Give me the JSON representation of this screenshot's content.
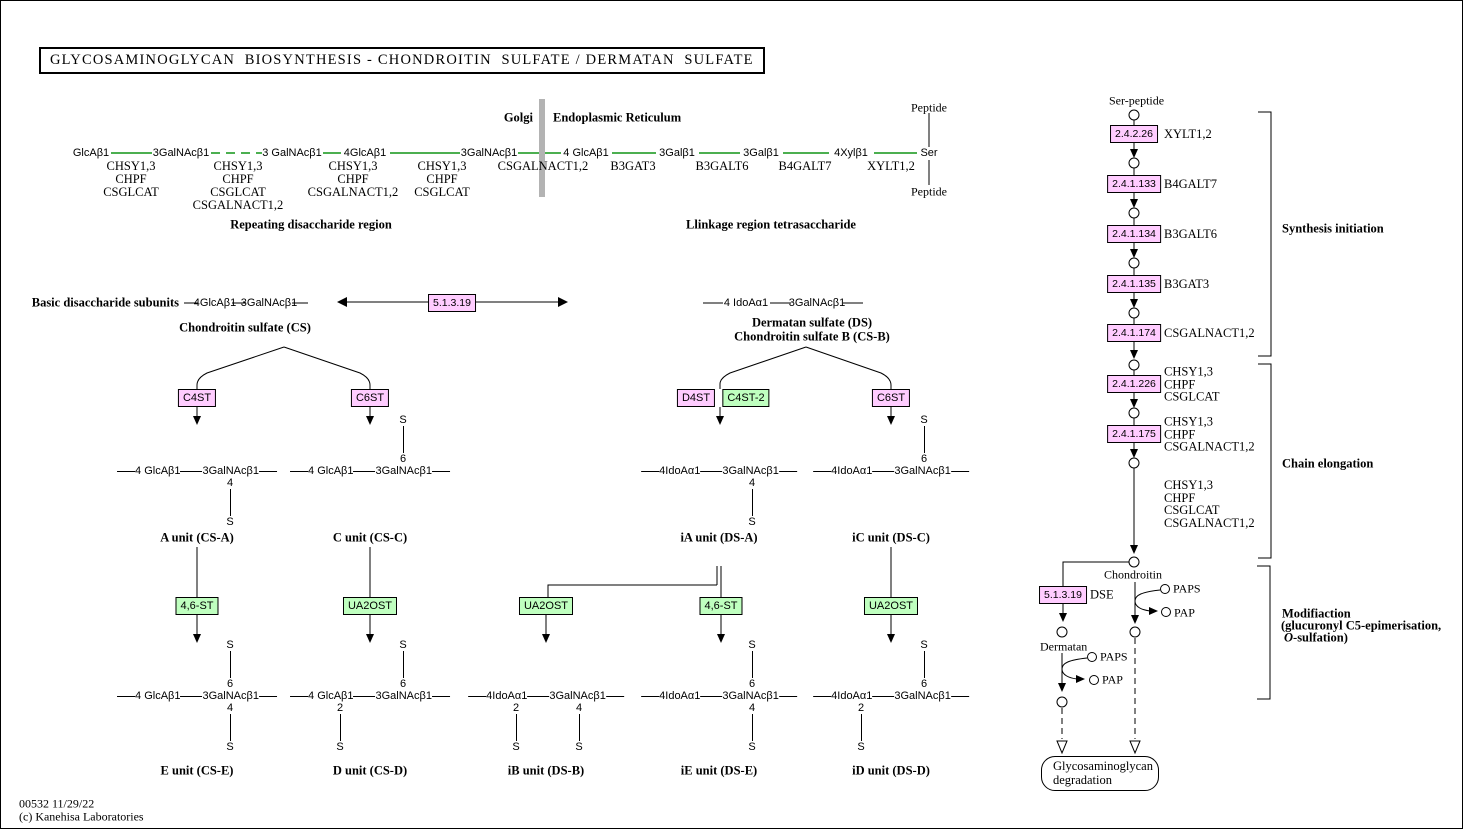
{
  "title": "GLYCOSAMINOGLYCAN  BIOSYNTHESIS - CHONDROITIN  SULFATE / DERMATAN  SULFATE",
  "footer": {
    "map_id": "00532 11/29/22",
    "copyright": "(c) Kanehisa Laboratories"
  },
  "colors": {
    "chain_link": "#4CAF50",
    "enzyme_box_pink": "#FFCCFF",
    "enzyme_box_green": "#BFFFBF",
    "membrane_divider": "#B3B3B3"
  },
  "compartments": {
    "left": "Golgi",
    "right": "Endoplasmic Reticulum"
  },
  "top_chain": {
    "residues": [
      "GlcAβ1",
      "3GalNAcβ1",
      "3 GalNAcβ1",
      "4GlcAβ1",
      "3GalNAcβ1",
      "4 GlcAβ1",
      "3Galβ1",
      "3Galβ1",
      "4Xylβ1",
      "Ser"
    ],
    "peptide_top": "Peptide",
    "peptide_bottom": "Peptide",
    "enzyme_groups": [
      [
        "CHSY1,3",
        "CHPF",
        "CSGLCAT"
      ],
      [
        "CHSY1,3",
        "CHPF",
        "CSGLCAT",
        "CSGALNACT1,2"
      ],
      [
        "CHSY1,3",
        "CHPF",
        "CSGALNACT1,2"
      ],
      [
        "CHSY1,3",
        "CHPF",
        "CSGLCAT"
      ],
      [
        "CSGALNACT1,2"
      ],
      [
        "B3GAT3"
      ],
      [
        "B3GALT6"
      ],
      [
        "B4GALT7"
      ],
      [
        "XYLT1,2"
      ]
    ],
    "region_labels": {
      "left": "Repeating disaccharide region",
      "right": "Llinkage region tetrasaccharide"
    }
  },
  "disaccharide_row": {
    "heading": "Basic disaccharide subunits",
    "cs": {
      "sugar1": "4GlcAβ1",
      "sugar2": "3GalNAcβ1",
      "name": "Chondroitin sulfate (CS)"
    },
    "ds": {
      "sugar1": "4 IdoAα1",
      "sugar2": "3GalNAcβ1",
      "name1": "Dermatan sulfate (DS)",
      "name2": "Chondroitin sulfate B (CS-B)"
    },
    "epimerase_box": "5.1.3.19"
  },
  "sulfotransferase_row1": [
    {
      "label": "C4ST",
      "color": "pink"
    },
    {
      "label": "C6ST",
      "color": "pink"
    },
    {
      "label": "D4ST",
      "color": "pink"
    },
    {
      "label": "C4ST-2",
      "color": "green"
    },
    {
      "label": "C6ST",
      "color": "pink"
    }
  ],
  "sulfotransferase_row2": [
    {
      "label": "4,6-ST",
      "color": "green"
    },
    {
      "label": "UA2OST",
      "color": "green"
    },
    {
      "label": "UA2OST",
      "color": "green"
    },
    {
      "label": "4,6-ST",
      "color": "green"
    },
    {
      "label": "UA2OST",
      "color": "green"
    }
  ],
  "units": [
    {
      "name": "A unit (CS-A)",
      "sugar1": "4 GlcAβ1",
      "sugar2": "3GalNAcβ1",
      "subs": [
        {
          "on": 2,
          "side": "below",
          "num": "4",
          "s": "S"
        }
      ]
    },
    {
      "name": "C unit (CS-C)",
      "sugar1": "4 GlcAβ1",
      "sugar2": "3GalNAcβ1",
      "subs": [
        {
          "on": 2,
          "side": "above",
          "num": "6",
          "s": "S"
        }
      ]
    },
    {
      "name": "iA unit (DS-A)",
      "sugar1": "4IdoAα1",
      "sugar2": "3GalNAcβ1",
      "subs": [
        {
          "on": 2,
          "side": "below",
          "num": "4",
          "s": "S"
        }
      ]
    },
    {
      "name": "iC unit (DS-C)",
      "sugar1": "4IdoAα1",
      "sugar2": "3GalNAcβ1",
      "subs": [
        {
          "on": 2,
          "side": "above",
          "num": "6",
          "s": "S"
        }
      ]
    },
    {
      "name": "E unit (CS-E)",
      "sugar1": "4 GlcAβ1",
      "sugar2": "3GalNAcβ1",
      "subs": [
        {
          "on": 2,
          "side": "above",
          "num": "6",
          "s": "S"
        },
        {
          "on": 2,
          "side": "below",
          "num": "4",
          "s": "S"
        }
      ]
    },
    {
      "name": "D unit (CS-D)",
      "sugar1": "4 GlcAβ1",
      "sugar2": "3GalNAcβ1",
      "subs": [
        {
          "on": 1,
          "side": "below",
          "num": "2",
          "s": "S"
        },
        {
          "on": 2,
          "side": "above",
          "num": "6",
          "s": "S"
        }
      ]
    },
    {
      "name": "iB unit (DS-B)",
      "sugar1": "4IdoAα1",
      "sugar2": "3GalNAcβ1",
      "subs": [
        {
          "on": 1,
          "side": "below",
          "num": "2",
          "s": "S"
        },
        {
          "on": 2,
          "side": "below",
          "num": "4",
          "s": "S"
        }
      ]
    },
    {
      "name": "iE unit (DS-E)",
      "sugar1": "4IdoAα1",
      "sugar2": "3GalNAcβ1",
      "subs": [
        {
          "on": 2,
          "side": "above",
          "num": "6",
          "s": "S"
        },
        {
          "on": 2,
          "side": "below",
          "num": "4",
          "s": "S"
        }
      ]
    },
    {
      "name": "iD unit (DS-D)",
      "sugar1": "4IdoAα1",
      "sugar2": "3GalNAcβ1",
      "subs": [
        {
          "on": 1,
          "side": "below",
          "num": "2",
          "s": "S"
        },
        {
          "on": 2,
          "side": "above",
          "num": "6",
          "s": "S"
        }
      ]
    }
  ],
  "right_pathway": {
    "start": "Ser-peptide",
    "stages": [
      {
        "ec": "2.4.2.26",
        "genes": [
          "XYLT1,2"
        ]
      },
      {
        "ec": "2.4.1.133",
        "genes": [
          "B4GALT7"
        ]
      },
      {
        "ec": "2.4.1.134",
        "genes": [
          "B3GALT6"
        ]
      },
      {
        "ec": "2.4.1.135",
        "genes": [
          "B3GAT3"
        ]
      },
      {
        "ec": "2.4.1.174",
        "genes": [
          "CSGALNACT1,2"
        ]
      },
      {
        "ec": "2.4.1.226",
        "genes": [
          "CHSY1,3",
          "CHPF",
          "CSGLCAT"
        ]
      },
      {
        "ec": "2.4.1.175",
        "genes": [
          "CHSY1,3",
          "CHPF",
          "CSGALNACT1,2"
        ]
      },
      {
        "ec": null,
        "genes": [
          "CHSY1,3",
          "CHPF",
          "CSGLCAT",
          "CSGALNACT1,2"
        ]
      }
    ],
    "chondroitin": "Chondroitin",
    "dermatan": "Dermatan",
    "dse": {
      "ec": "5.1.3.19",
      "gene": "DSE"
    },
    "paps": "PAPS",
    "pap": "PAP",
    "degradation": [
      "Glycosaminoglycan",
      "degradation"
    ],
    "brackets": [
      {
        "label": "Synthesis initiation"
      },
      {
        "label": "Chain elongation"
      },
      {
        "line1": "Modifiaction",
        "line2": "(glucuronyl C5-epimerisation,",
        "line3_italic": "O",
        "line3_rest": "-sulfation)"
      }
    ]
  }
}
